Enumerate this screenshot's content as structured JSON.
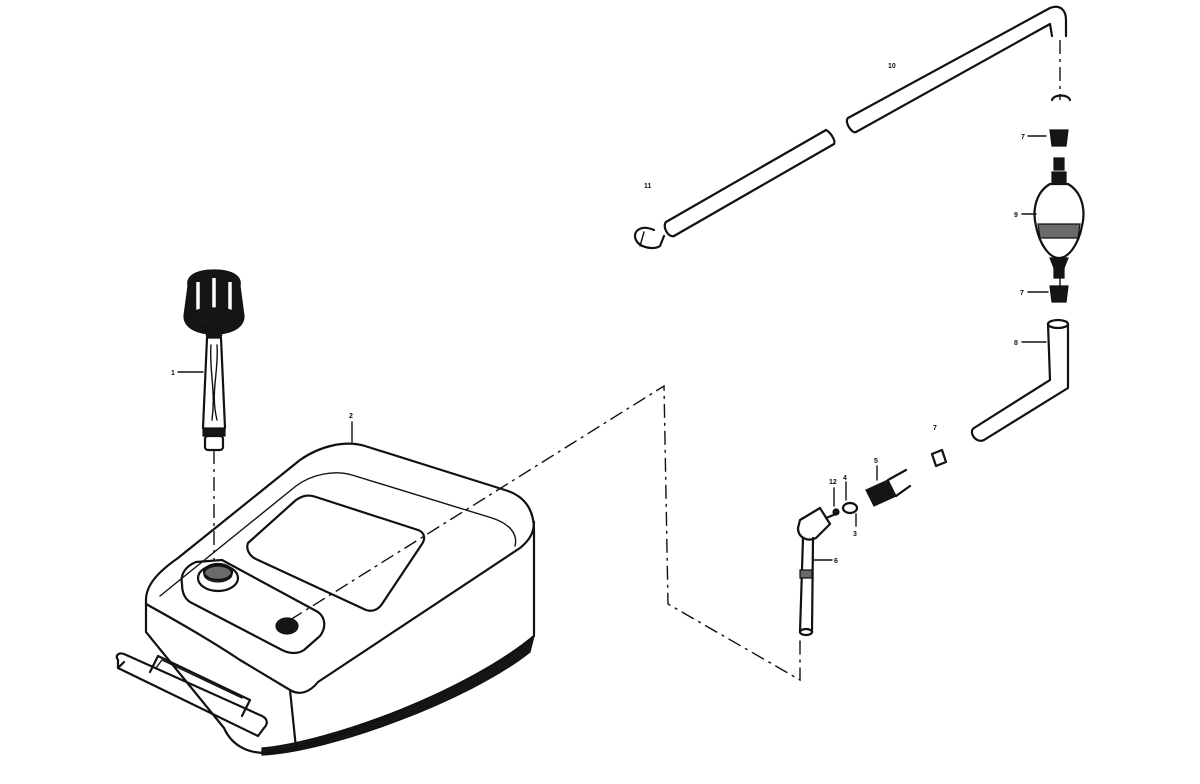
{
  "callouts": [
    {
      "id": "c1",
      "text": "1"
    },
    {
      "id": "c2",
      "text": "2"
    },
    {
      "id": "c3",
      "text": "3"
    },
    {
      "id": "c4",
      "text": "4"
    },
    {
      "id": "c5",
      "text": "5"
    },
    {
      "id": "c6",
      "text": "6"
    },
    {
      "id": "c7a",
      "text": "7"
    },
    {
      "id": "c7b",
      "text": "7"
    },
    {
      "id": "c7c",
      "text": "7"
    },
    {
      "id": "c8",
      "text": "8"
    },
    {
      "id": "c9",
      "text": "9"
    },
    {
      "id": "c10",
      "text": "10"
    },
    {
      "id": "c11",
      "text": "11"
    },
    {
      "id": "c12",
      "text": "12"
    }
  ]
}
